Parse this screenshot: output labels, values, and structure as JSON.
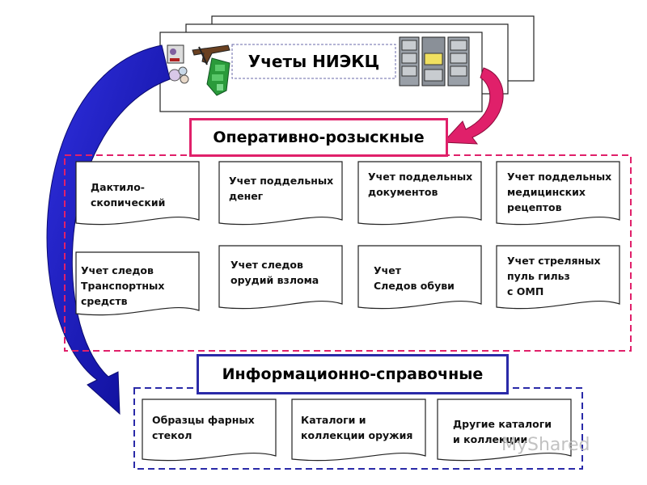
{
  "title": "Учеты НИЭКЦ",
  "category_operative": "Оперативно-розыскные",
  "category_info": "Информационно-справочные",
  "operative_items": [
    "Дактило-\nскопический",
    "Учет поддельных\nденег",
    "Учет поддельных\nдокументов",
    "Учет поддельных\nмедицинских\nрецептов",
    "Учет следов\nТранспортных\n средств",
    "Учет следов\nорудий взлома",
    "Учет\nСледов обуви",
    "Учет стреляных\nпуль гильз\nс ОМП"
  ],
  "info_items": [
    "Образцы фарных\nстекол",
    "Каталоги и\nколлекции оружия",
    "Другие каталоги\nи коллекции"
  ],
  "colors": {
    "operative_border": "#e0206a",
    "info_border": "#2a2aa8",
    "arrow_blue": "#1c1cc0",
    "arrow_pink": "#e0206a"
  },
  "icons": [
    "fingerprint-icon",
    "weapon-icon",
    "money-icon",
    "file-cabinet-icon"
  ],
  "watermark": "MyShared"
}
